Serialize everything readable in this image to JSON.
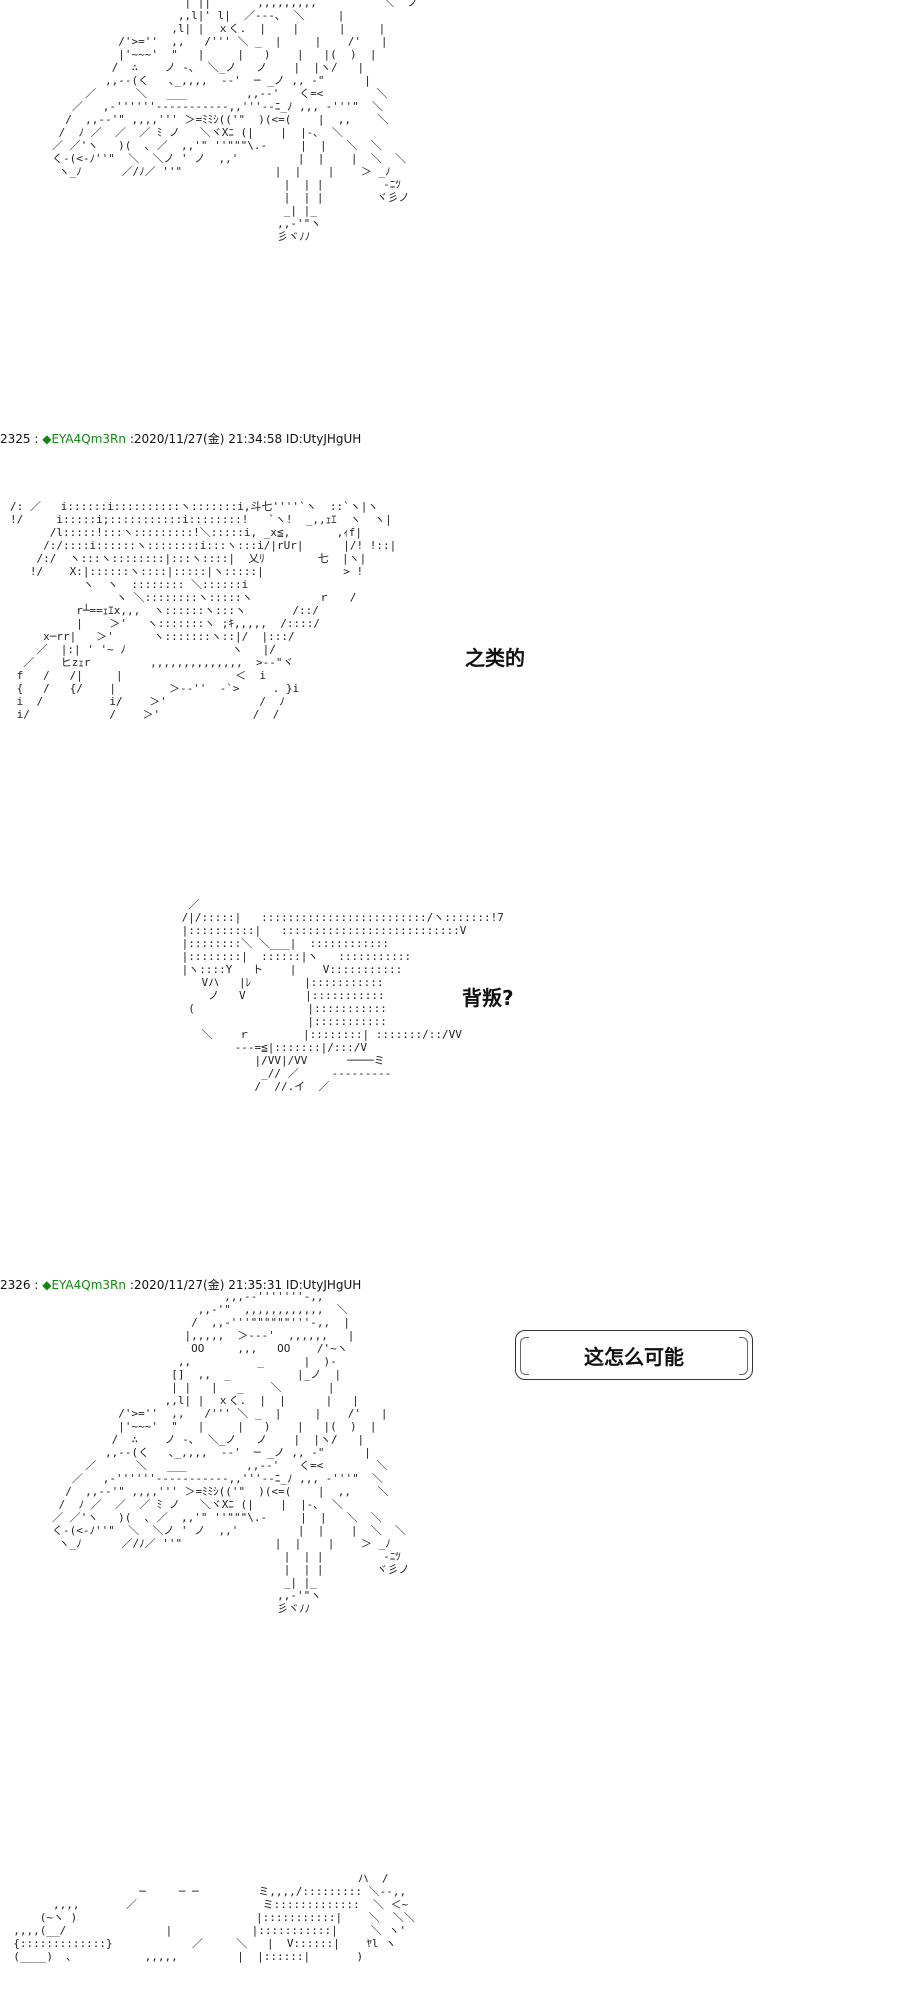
{
  "posts": [
    {
      "number": "2325",
      "separator": " : ",
      "diamond": "◆",
      "trip": "EYA4Qm3Rn",
      "date": " :2020/11/27(金) 21:34:58 ID:UtyJHgUH"
    },
    {
      "number": "2326",
      "separator": " : ",
      "diamond": "◆",
      "trip": "EYA4Qm3Rn",
      "date": " :2020/11/27(金) 21:35:31 ID:UtyJHgUH"
    }
  ],
  "captions": {
    "first": "之类的",
    "second": "背叛?",
    "bubble": "这怎么可能"
  },
  "ascii_art": {
    "top": "                    | ||       ,,,,,,,,,          ＼  ノ\n                   ,,l|' l|  ／‐‐-､  ＼     |\n                  ,l| |  ｘく.  |    |      |     |\n          /'>=''  ,,   /''' ＼ _  |     |    /'   |\n          |'~~~'  \"   |     |   )    |   |(  )  |\n         /  ∴    ノ -､  ＼_ノ   ノ    |  |ヽ/   |\n        ,,--(く   ､_,,,,  -‐'  ─ _ノ ,, ‐\"      |\n     ／      ＼   ___         ,,-‐'   く=<        ＼\n   ／   ,‐''''''--------‐‐-,,'''-‐ﾆ_ﾉ ,,, ‐'''\"  ＼\n  /  ,,--'\" ,,,,''' ＞=ﾐﾐｼ(('\"  )(<=(    |  ,,    ＼\n /  ﾉ ／  ／  ／ ﾐ ノ   ＼ヾXﾆ (|    |  |-､  ＼\n／ ／'ヽ   )(  ､ ／  ,,'\" ''\"\"\"\\.-     |  |   ＼  ＼\nく-(<-ﾉ''\"  ＼  ＼ノ ' ノ  ,,'         |  |    |  ＼  ＼\n ヽ_ﾉ      ／/ﾉ／ ''\"              |  |    |    ＞ _ﾉ\n                                   |  | |         -ﾆﾂ\n                                   |  | |        ヾ彡ノ\n                                   _| |_\n                                  ,,-'\"ヽ\n                                  彡ヾﾉﾉ",
    "middle": "/: ／   i::::::i::::::::::ヽ:::::::i,斗七''''`ヽ  ::`ヽ|ヽ\n!/     i:::::i;:::::::::::i::::::::!   `ヽ!  _,,ｪｴ  ヽ  ヽ|\n      /l:::::!:::ヽ:::::::::!＼:::::i, _x≦,       ,ｨf|\n     /:/::::i::::::ヽ::::::::i:::ヽ:::i/|rUr|      |/! !::|\n    /:/  ヽ:::ヽ::::::::|:::ヽ::::|  乂ﾘ        七  |ヽ|\n   !/    X:|::::::ヽ::::|:::::|ヽ:::::|            > !\n           ヽ  ヽ  :::::::: ＼::::::i\n                ヽ ＼::::::::ヽ:::::ヽ          ｒ   /\n          r┴==ｪｴx,,,  ヽ::::::ヽ:::ヽ       /::/\n          |    ＞'   ヽ:::::::ヽ ;ｷ,,,,,  /::::/\n     x─rr|   ＞'      ヽ:::::::ヽ::|/  |:::/\n    ／  |:| ' '~ ﾉ                ヽ   |/\n  ／    ヒzｪr         ,,,,,,,,,,,,,,  >-‐\"ヾ\n f   /   /|     |                 ＜  i\n {   /   {/    |        ＞-‐''  ‐`>     . }i\n i  /          i/    ＞'              /  ﾉ\n i/            /    ＞'              /  /",
    "lower": "          ／\n         /|/:::::|   :::::::::::::::::::::::::/ヽ:::::::!7\n         |::::::::::|   :::::::::::::::::::::::::::V\n         |::::::::＼ ＼___|  ::::::::::::\n         |::::::::|  ::::::|ヽ   :::::::::::\n         |ヽ::::Y   ト    |    V:::::::::::\n            Vハ   |ﾚ        |:::::::::::\n             ノ   V         |:::::::::::\n          (                 |:::::::::::\n                            |:::::::::::\n            ＼    ｒ        |::::::::| :::::::/::/VV\n                 ---=≦|:::::::|/:::/V\n                    |/VV|/VV      ────ミ\n                     _// ／     ---------\n                    /  //.イ  ／",
    "bottom": "                          ,,,-‐'''''''-,,\n                      ,,-'\"  ,,,,,,,,,,,,  ＼\n                     /  ,,-'''\"\"\"\"\"\"'''-,,  |\n                    |,,,,,  ＞--‐'  ,,,,,,   |\n                     OO     ,,,   OO    /'~ヽ\n                   ,,          _      |  )-\n                  []  ,,  _          |_ノ  |\n                  | |   |   _    ＼       |\n                 ,,l| |  ｘく.  |  |      |   |\n          /'>=''  ,,   /''' ＼ _  |     |    /'   |\n          |'~~~'  \"   |     |   )    |   |(  )  |\n         /  ∴    ノ -､  ＼_ノ   ノ    |  |ヽ/   |\n        ,,--(く   ､_,,,,  -‐'  ─ _ノ ,, ‐\"      |\n     ／      ＼   ___         ,,-‐'   く=<        ＼\n   ／   ,‐''''''--------‐‐-,,'''-‐ﾆ_ﾉ ,,, ‐'''\"  ＼\n  /  ,,--'\" ,,,,''' ＞=ﾐﾐｼ(('\"  )(<=(    |  ,,    ＼\n /  ﾉ ／  ／  ／ ﾐ ノ   ＼ヾXﾆ (|    |  |-､  ＼\n／ ／'ヽ   )(  ､ ／  ,,'\" ''\"\"\"\\.-     |  |   ＼  ＼\nく-(<-ﾉ''\"  ＼  ＼ノ ' ノ  ,,'         |  |    |  ＼  ＼\n ヽ_ﾉ      ／/ﾉ／ ''\"              |  |    |    ＞ _ﾉ\n                                   |  | |         -ﾆﾂ\n                                   |  | |        ヾ彡ノ\n                                   _| |_\n                                  ,,-'\"ヽ\n                                  彡ヾﾉﾉ",
    "footer": "                                                      ハ  /\n                     ─     ─ ─         ミ,,,,/::::::::: ＼‐-,,\n        ,,,,       ／                   ミ:::::::::::::  ＼ ＜~\n      (~ヽ )                           |:::::::::::|    ＼  ＼＼\n  ,,,,(__/               |            |:::::::::::|     ＼ ヽ'\n  {:::::::::::::}            ／     ＼   |  V::::::|    ﾔl ヽ\n  (____)  ､           ,,,,,         |  |::::::|       )"
  }
}
